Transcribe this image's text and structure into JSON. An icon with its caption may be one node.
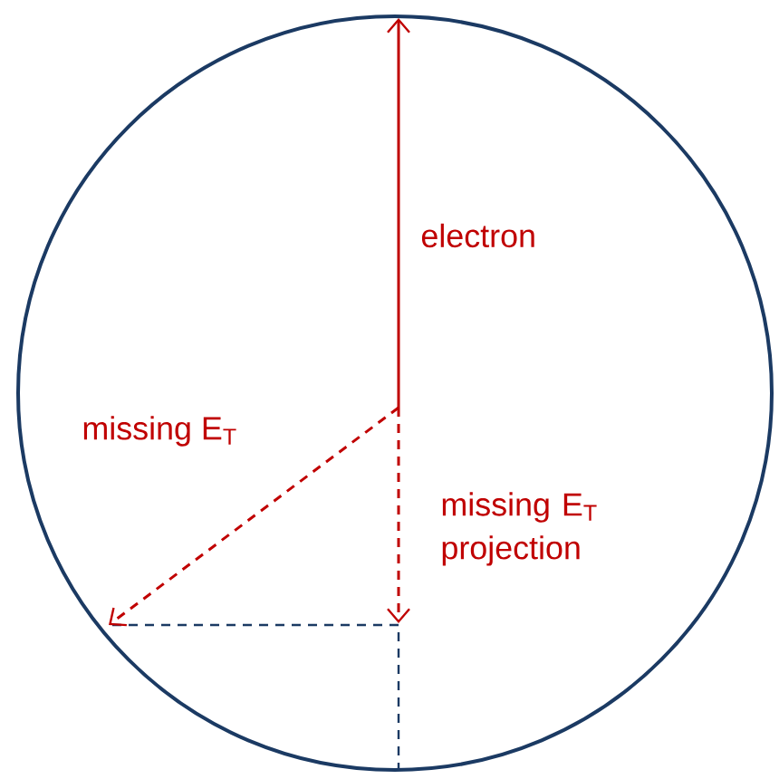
{
  "diagram": {
    "labels": [
      "electron",
      "missing E$_{T}$",
      "missing E$_{T}$ projection"
    ]
  }
}
